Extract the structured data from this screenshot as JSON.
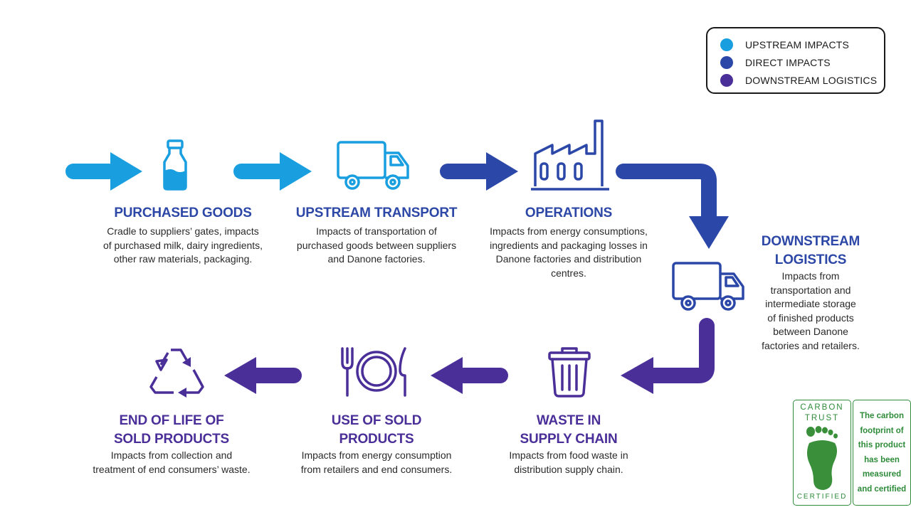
{
  "legend": {
    "items": [
      {
        "label": "UPSTREAM IMPACTS",
        "color": "#199ee0"
      },
      {
        "label": "DIRECT IMPACTS",
        "color": "#2b47a8"
      },
      {
        "label": "DOWNSTREAM LOGISTICS",
        "color": "#4a2f99"
      }
    ]
  },
  "steps": {
    "purchased_goods": {
      "title": "PURCHASED GOODS",
      "description": [
        "Cradle to suppliers’ gates, impacts",
        "of purchased milk, dairy ingredients,",
        "other raw materials, packaging."
      ],
      "icon": "milk-bottle-icon"
    },
    "upstream_transport": {
      "title": "UPSTREAM TRANSPORT",
      "description": [
        "Impacts of transportation of",
        "purchased goods between suppliers",
        "and Danone factories."
      ],
      "icon": "truck-icon"
    },
    "operations": {
      "title": "OPERATIONS",
      "description": [
        "Impacts from energy consumptions,",
        "ingredients and packaging losses in",
        "Danone factories and distribution",
        "centres."
      ],
      "icon": "factory-icon"
    },
    "downstream_logistics": {
      "title": [
        "DOWNSTREAM",
        "LOGISTICS"
      ],
      "description": [
        "Impacts from",
        "transportation and",
        "intermediate storage",
        "of finished products",
        "between Danone",
        "factories and retailers."
      ],
      "icon": "truck-icon"
    },
    "waste_in_supply_chain": {
      "title": [
        "WASTE IN",
        "SUPPLY CHAIN"
      ],
      "description": [
        "Impacts from food waste in",
        "distribution supply chain."
      ],
      "icon": "trash-bin-icon"
    },
    "use_of_sold_products": {
      "title": [
        "USE OF SOLD",
        "PRODUCTS"
      ],
      "description": [
        "Impacts from energy consumption",
        "from retailers and end consumers."
      ],
      "icon": "plate-cutlery-icon"
    },
    "end_of_life": {
      "title": [
        "END OF LIFE OF",
        "SOLD PRODUCTS"
      ],
      "description": [
        "Impacts from collection and",
        "treatment of end consumers’ waste."
      ],
      "icon": "recycle-icon"
    }
  },
  "carbon_trust": {
    "top_word_1": "CARBON",
    "top_word_2": "TRUST",
    "bottom_word": "CERTIFIED",
    "statement": [
      "The carbon",
      "footprint of",
      "this product",
      "has been",
      "measured",
      "and certified"
    ],
    "color": "#2e8b3a",
    "icon": "footprint-icon"
  },
  "colors": {
    "upstream": "#199ee0",
    "direct": "#2b47a8",
    "downstream": "#4a2f99"
  }
}
